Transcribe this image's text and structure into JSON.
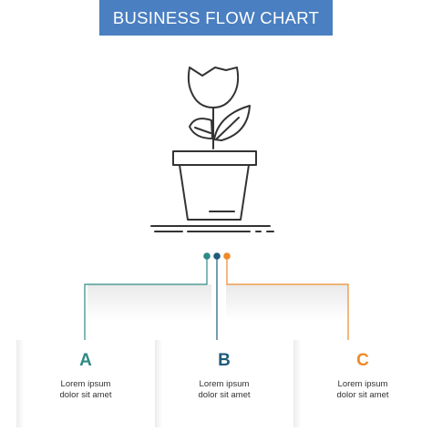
{
  "header": {
    "title": "BUSINESS FLOW CHART"
  },
  "colors": {
    "banner": "#4a7fc1",
    "teal": "#2f8a84",
    "navy": "#1f5b7a",
    "orange": "#ee8a2b",
    "icon_stroke": "#333333"
  },
  "icon": {
    "name": "potted-flower-icon"
  },
  "steps": [
    {
      "letter": "A",
      "line1": "Lorem ipsum",
      "line2": "dolor sit amet",
      "color": "#2f8a84"
    },
    {
      "letter": "B",
      "line1": "Lorem ipsum",
      "line2": "dolor sit amet",
      "color": "#1f5b7a"
    },
    {
      "letter": "C",
      "line1": "Lorem ipsum",
      "line2": "dolor sit amet",
      "color": "#ee8a2b"
    }
  ]
}
